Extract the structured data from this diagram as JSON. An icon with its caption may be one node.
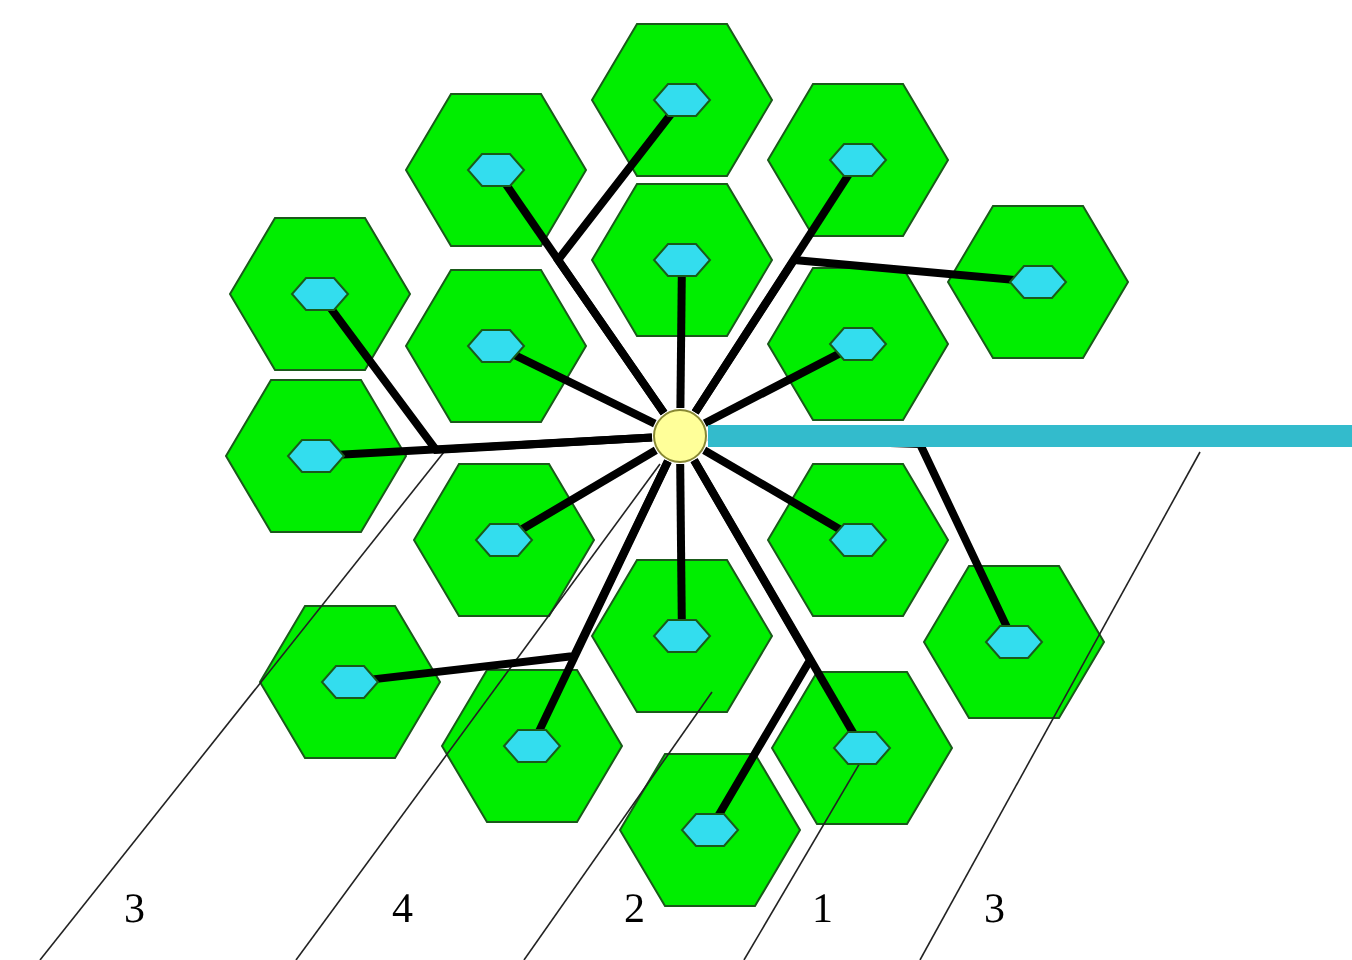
{
  "diagram": {
    "nodes": [
      {
        "text": [],
        "shape": "circle"
      },
      {
        "text": [],
        "shape": "hexagon"
      },
      {
        "text": [],
        "shape": "hexagon",
        "in": 1
      },
      {
        "text": [],
        "shape": "hexagon"
      },
      {
        "text": [],
        "shape": "hexagon",
        "in": 3
      },
      {
        "text": [],
        "shape": "hexagon"
      },
      {
        "text": [],
        "shape": "hexagon",
        "in": 5
      },
      {
        "text": [],
        "shape": "hexagon"
      },
      {
        "text": [],
        "shape": "hexagon",
        "in": 7
      },
      {
        "text": [],
        "shape": "hexagon"
      },
      {
        "text": [],
        "shape": "hexagon",
        "in": 9
      },
      {
        "text": [],
        "shape": "hexagon"
      },
      {
        "text": [],
        "shape": "hexagon",
        "in": 11
      },
      {
        "text": [],
        "shape": "hexagon"
      },
      {
        "text": [],
        "shape": "hexagon",
        "in": 13
      },
      {
        "text": [],
        "shape": "hexagon"
      },
      {
        "text": [],
        "shape": "hexagon",
        "in": 15
      },
      {
        "text": [],
        "shape": "hexagon"
      },
      {
        "text": [],
        "shape": "hexagon",
        "in": 17
      },
      {
        "text": [],
        "shape": "hexagon"
      },
      {
        "text": [],
        "shape": "hexagon",
        "in": 19
      },
      {
        "text": [],
        "shape": "hexagon"
      },
      {
        "text": [],
        "shape": "hexagon",
        "in": 21
      },
      {
        "text": [],
        "shape": "hexagon"
      },
      {
        "text": [],
        "shape": "hexagon",
        "in": 23
      },
      {
        "text": [],
        "shape": "hexagon"
      },
      {
        "text": [],
        "shape": "hexagon",
        "in": 25
      },
      {
        "text": [],
        "shape": "hexagon"
      },
      {
        "text": [],
        "shape": "hexagon",
        "in": 27
      },
      {
        "text": [],
        "shape": "hexagon"
      },
      {
        "text": [],
        "shape": "hexagon",
        "in": 29
      },
      {
        "text": [],
        "shape": "hexagon"
      },
      {
        "text": [],
        "shape": "hexagon",
        "in": 31
      },
      {
        "text": [],
        "shape": "hexagon"
      },
      {
        "text": [],
        "shape": "hexagon",
        "in": 33
      }
    ],
    "edges": [
      {
        "from": 0,
        "to": 2,
        "arrow": "none"
      },
      {
        "from": 0,
        "to": 4,
        "arrow": "none"
      },
      {
        "from": 0,
        "to": 6,
        "arrow": "none"
      },
      {
        "from": 0,
        "to": 8,
        "arrow": "none"
      },
      {
        "from": 0,
        "to": 10,
        "arrow": "none"
      },
      {
        "from": 0,
        "to": 12,
        "arrow": "none"
      },
      {
        "from": 0,
        "to": 14,
        "arrow": "none"
      },
      {
        "from": 0,
        "to": 16,
        "arrow": "none"
      },
      {
        "from": 0,
        "to": 18,
        "arrow": "none"
      },
      {
        "from": 0,
        "to": 20,
        "arrow": "none"
      },
      {
        "from": 0,
        "to": 22,
        "arrow": "none"
      },
      {
        "from": 0,
        "to": 24,
        "arrow": "none"
      },
      {
        "from": 0,
        "to": 26,
        "arrow": "none"
      },
      {
        "from": 0,
        "to": 28,
        "arrow": "none"
      },
      {
        "from": 0,
        "to": 30,
        "arrow": "none"
      },
      {
        "from": 0,
        "to": 32,
        "arrow": "none"
      },
      {
        "from": 0,
        "to": 34,
        "arrow": "none"
      },
      {
        "from": 0,
        "to": null,
        "arrow": "none",
        "style": "thick",
        "color": "#33bbcc"
      }
    ],
    "labels": [
      "3",
      "4",
      "2",
      "1",
      "3"
    ]
  }
}
